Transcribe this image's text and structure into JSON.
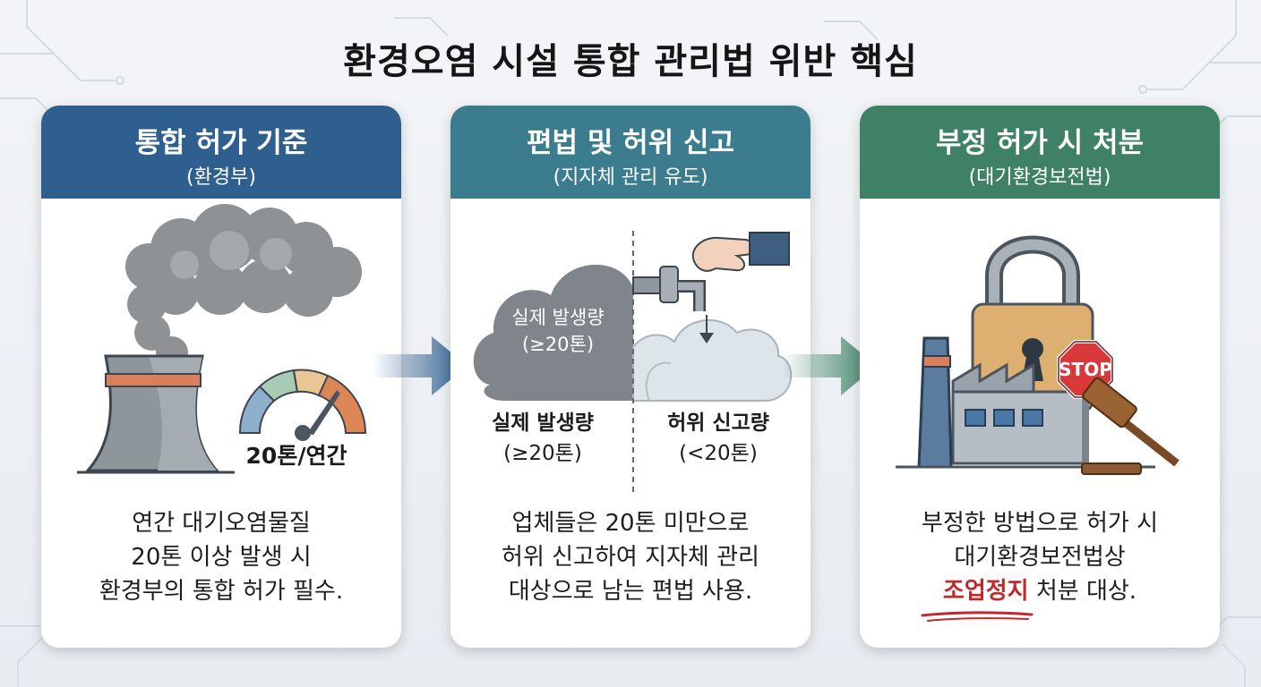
{
  "title": "환경오염 시설 통합 관리법 위반 핵심",
  "cards": [
    {
      "title": "통합 허가 기준",
      "subtitle": "(환경부)",
      "gauge_label": "20톤/연간",
      "body": [
        "연간 대기오염물질",
        "20톤 이상 발생 시",
        "환경부의 통합 허가 필수."
      ]
    },
    {
      "title": "편법 및 허위 신고",
      "subtitle": "(지자체 관리 유도)",
      "cloud_label_1": "실제 발생량",
      "cloud_label_2": "(≥20톤)",
      "left_label_1": "실제 발생량",
      "left_label_2": "(≥20톤)",
      "right_label_1": "허위 신고량",
      "right_label_2": "(<20톤)",
      "body": [
        "업체들은 20톤 미만으로",
        "허위 신고하여 지자체 관리",
        "대상으로 남는 편법 사용."
      ]
    },
    {
      "title": "부정 허가 시 처분",
      "subtitle": "(대기환경보전법)",
      "stop_sign": "STOP",
      "body_1": "부정한 방법으로 허가 시",
      "body_2": "대기환경보전법상",
      "body_3_highlight": "조업정지",
      "body_3_rest": " 처분 대상."
    }
  ],
  "colors": {
    "header_1": "#2e5f8f",
    "header_2": "#3b7c8e",
    "header_3": "#3f8166",
    "highlight": "#c0292b"
  },
  "icons": [
    "cooling-tower-icon",
    "gauge-icon",
    "cloud-icon",
    "hand-faucet-icon",
    "padlock-icon",
    "stop-sign-icon",
    "factory-icon",
    "gavel-icon",
    "arrow-right-icon"
  ]
}
